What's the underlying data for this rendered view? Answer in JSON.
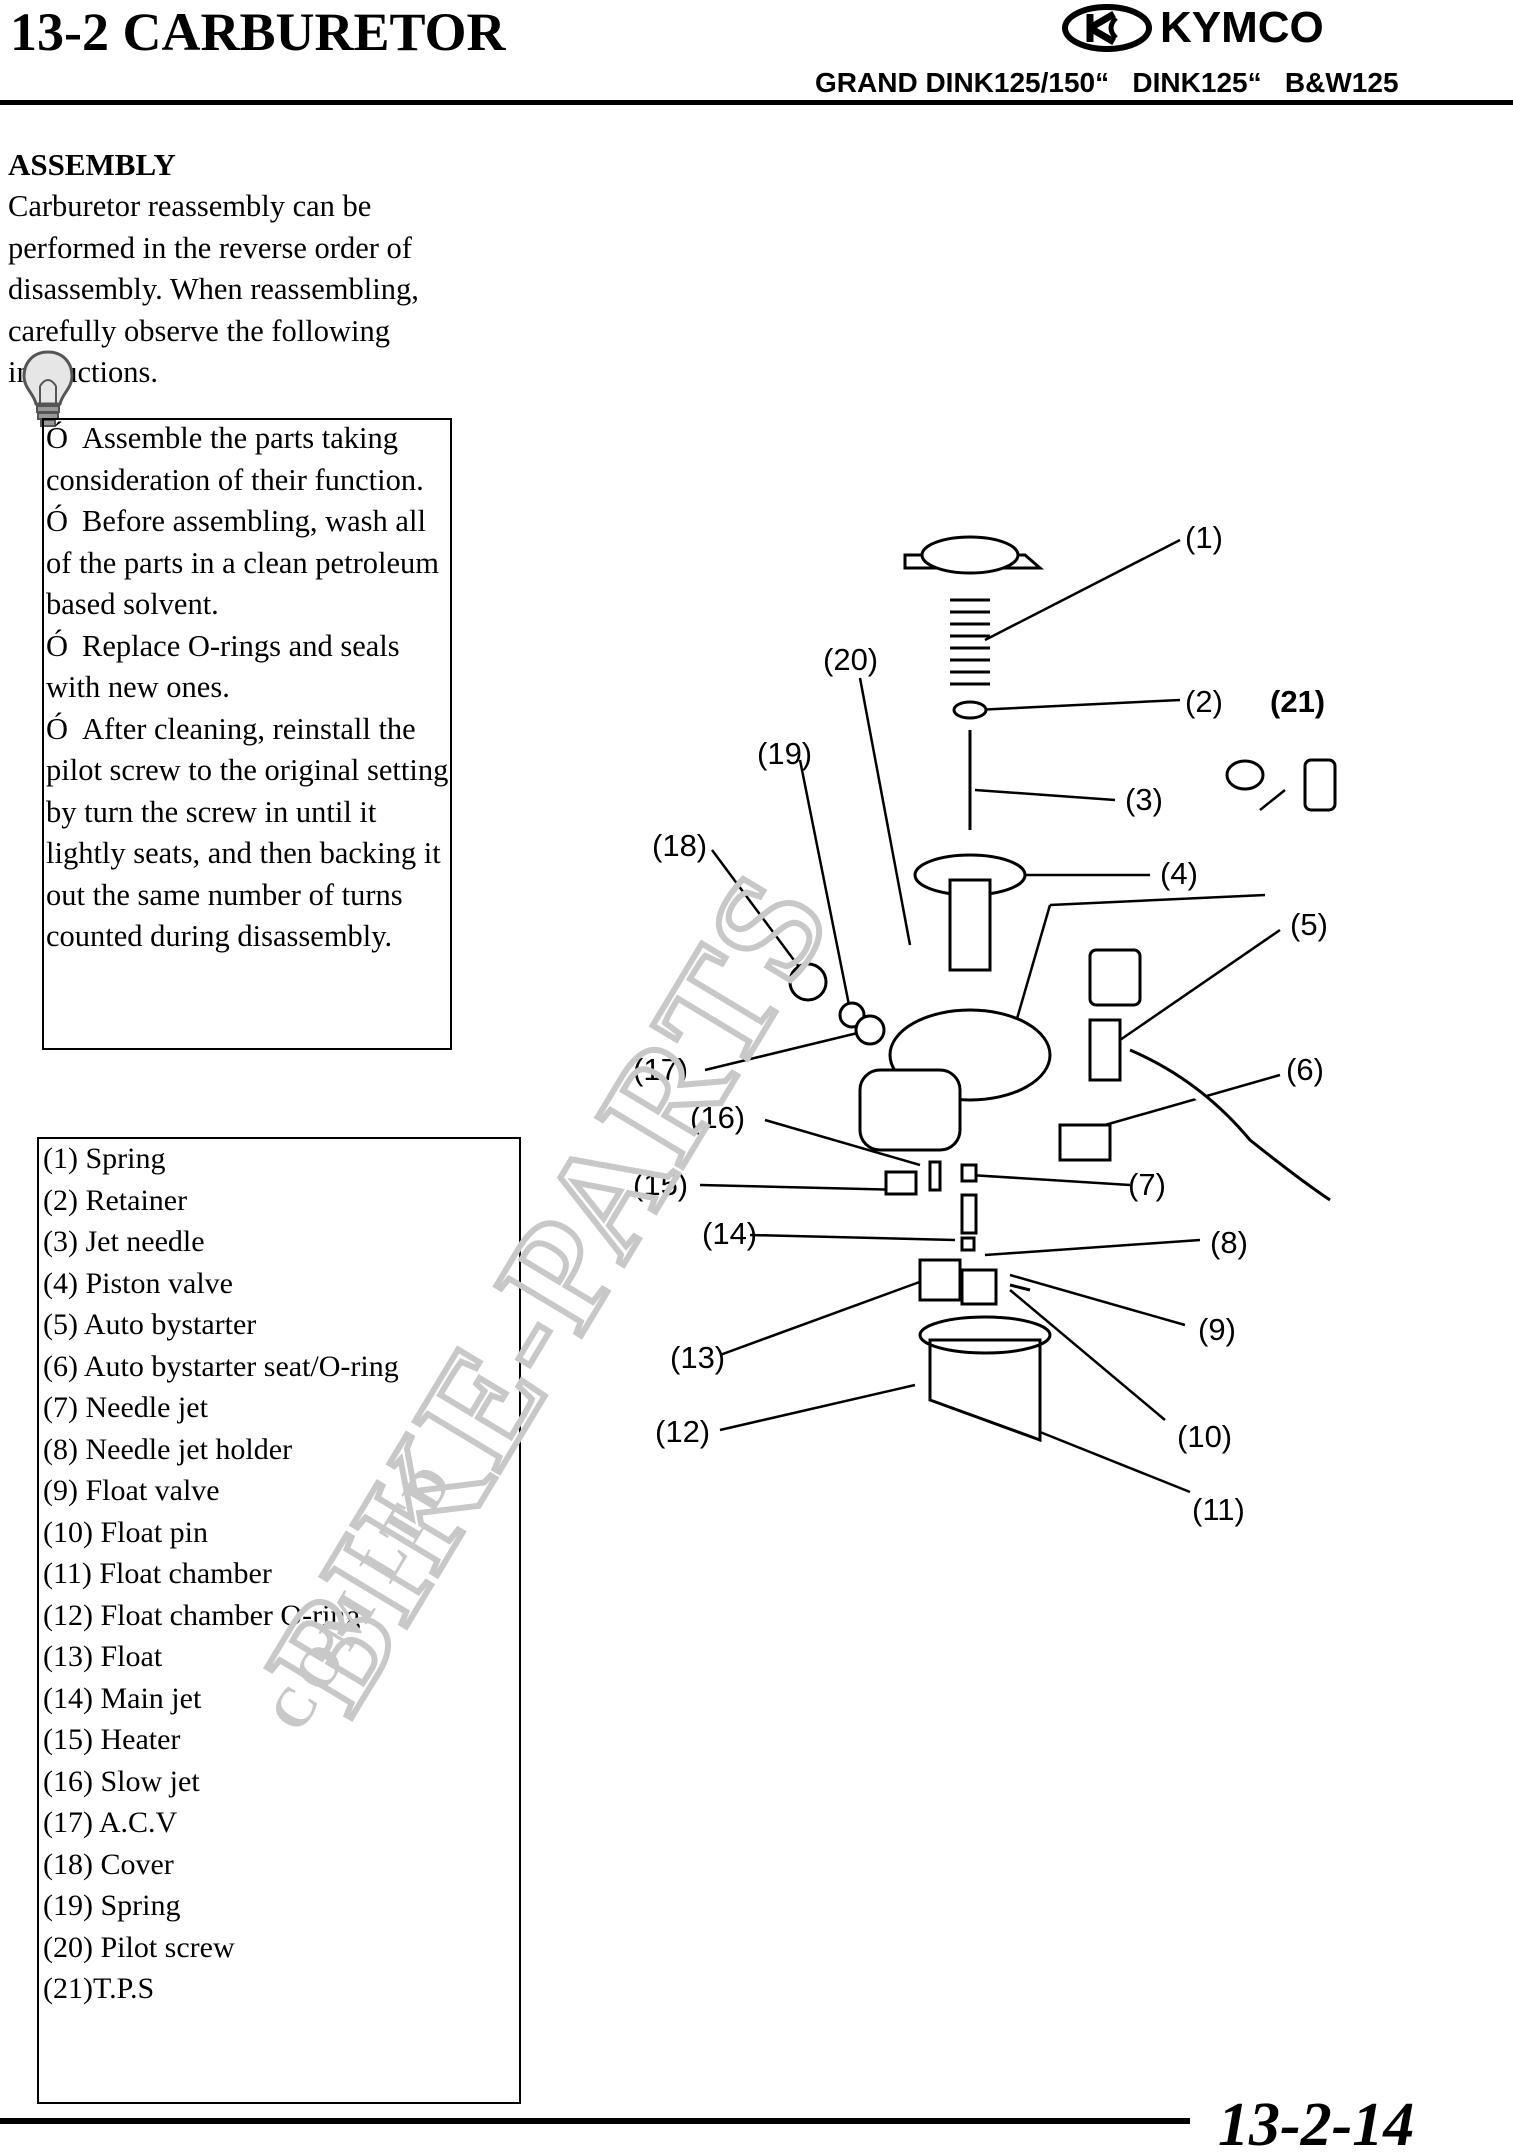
{
  "header": {
    "title": "13-2 CARBURETOR",
    "brand": "KYMCO",
    "models": "GRAND DINK125/150“   DINK125“   B&W125"
  },
  "assembly": {
    "heading": "ASSEMBLY",
    "intro": "Carburetor reassembly can be performed in the reverse order of disassembly. When reassembling, carefully observe the following instructions."
  },
  "notes": [
    {
      "bullet": "Ó",
      "text": "Assemble the parts taking consideration of their function."
    },
    {
      "bullet": "Ó",
      "text": "Before assembling, wash all of the parts in a clean petroleum based solvent."
    },
    {
      "bullet": "Ó",
      "text": "Replace O-rings and seals with new ones."
    },
    {
      "bullet": "Ó",
      "text": "After cleaning, reinstall the pilot screw to the original setting by turn the screw in until it lightly seats, and then backing it out the same number of turns counted during disassembly."
    }
  ],
  "parts_list": [
    "(1) Spring",
    "(2) Retainer",
    "(3) Jet needle",
    "(4) Piston valve",
    "(5) Auto  bystarter",
    "(6) Auto  bystarter seat/O-ring",
    "(7) Needle jet",
    "(8) Needle jet holder",
    "(9) Float valve",
    "(10) Float pin",
    "(11) Float chamber",
    "(12) Float chamber O-ring",
    "(13) Float",
    "(14) Main jet",
    "(15) Heater",
    "(16) Slow jet",
    "(17) A.C.V",
    "(18) Cover",
    "(19) Spring",
    "(20) Pilot screw",
    "(21)T.P.S"
  ],
  "diagram": {
    "callouts": [
      "(1)",
      "(2)",
      "(21)",
      "(20)",
      "(19)",
      "(3)",
      "(18)",
      "(4)",
      "(5)",
      "(17)",
      "(6)",
      "(16)",
      "(15)",
      "(7)",
      "(14)",
      "(8)",
      "(9)",
      "(13)",
      "(12)",
      "(10)",
      "(11)"
    ]
  },
  "watermark": {
    "main": "BIKE-PARTS",
    "sub": "COM LTD"
  },
  "footer": {
    "page_number": "13-2-14"
  },
  "colors": {
    "ink": "#000000",
    "watermark": "#c8c8c8"
  }
}
